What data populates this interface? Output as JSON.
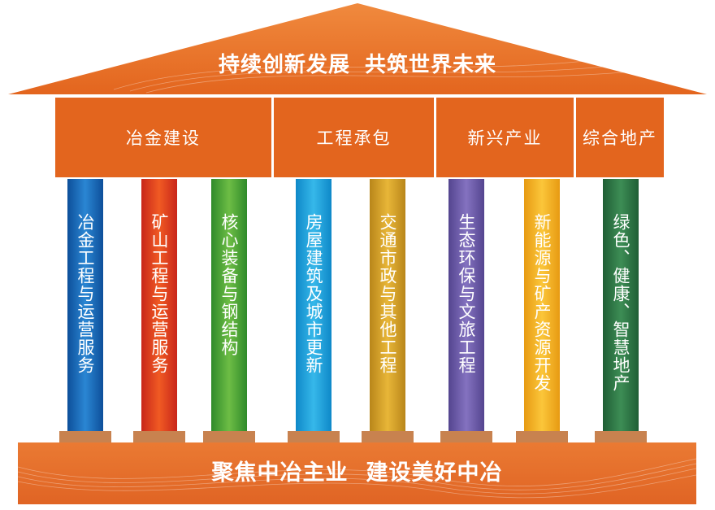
{
  "roof": {
    "slogan_part1": "持续创新发展",
    "slogan_part2": "共筑世界未来"
  },
  "beams": [
    {
      "label": "冶金建设"
    },
    {
      "label": "工程承包"
    },
    {
      "label": "新兴产业"
    },
    {
      "label": "综合地产"
    }
  ],
  "pillars": [
    {
      "label": "冶金工程与运营服务",
      "color": "#1d6fbd"
    },
    {
      "label": "矿山工程与运营服务",
      "color": "#e0461f"
    },
    {
      "label": "核心装备与钢结构",
      "color": "#4fa335"
    },
    {
      "label": "房屋建筑及城市更新",
      "color": "#1ba3dc"
    },
    {
      "label": "交通市政与其他工程",
      "color": "#d6a21d"
    },
    {
      "label": "生态环保与文旅工程",
      "color": "#6c5aa8"
    },
    {
      "label": "新能源与矿产资源开发",
      "color": "#f4b01a"
    },
    {
      "label": "绿色、健康、智慧地产",
      "color": "#2f7a46"
    }
  ],
  "base": {
    "slogan_part1": "聚焦中冶主业",
    "slogan_part2": "建设美好中冶"
  },
  "colors": {
    "accent": "#e3651e",
    "plinth": "#c8824f"
  }
}
